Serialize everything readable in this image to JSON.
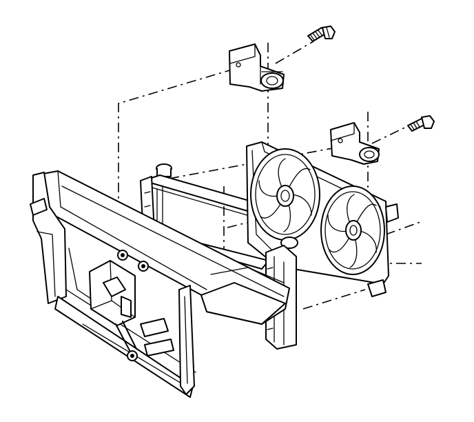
{
  "diagram": {
    "components": [
      {
        "name": "upper-bracket",
        "icon": "bracket-icon"
      },
      {
        "name": "upper-bolt",
        "icon": "bolt-icon"
      },
      {
        "name": "right-bracket",
        "icon": "bracket-icon"
      },
      {
        "name": "right-bolt",
        "icon": "bolt-icon"
      },
      {
        "name": "radiator",
        "icon": "radiator-icon"
      },
      {
        "name": "cooling-fan-left",
        "icon": "fan-icon"
      },
      {
        "name": "cooling-fan-right",
        "icon": "fan-icon"
      },
      {
        "name": "fan-shroud",
        "icon": "shroud-icon"
      },
      {
        "name": "radiator-support",
        "icon": "frame-icon"
      },
      {
        "name": "hood-latch",
        "icon": "latch-icon"
      }
    ],
    "colors": {
      "ink": "#000000",
      "paper": "#ffffff"
    }
  }
}
